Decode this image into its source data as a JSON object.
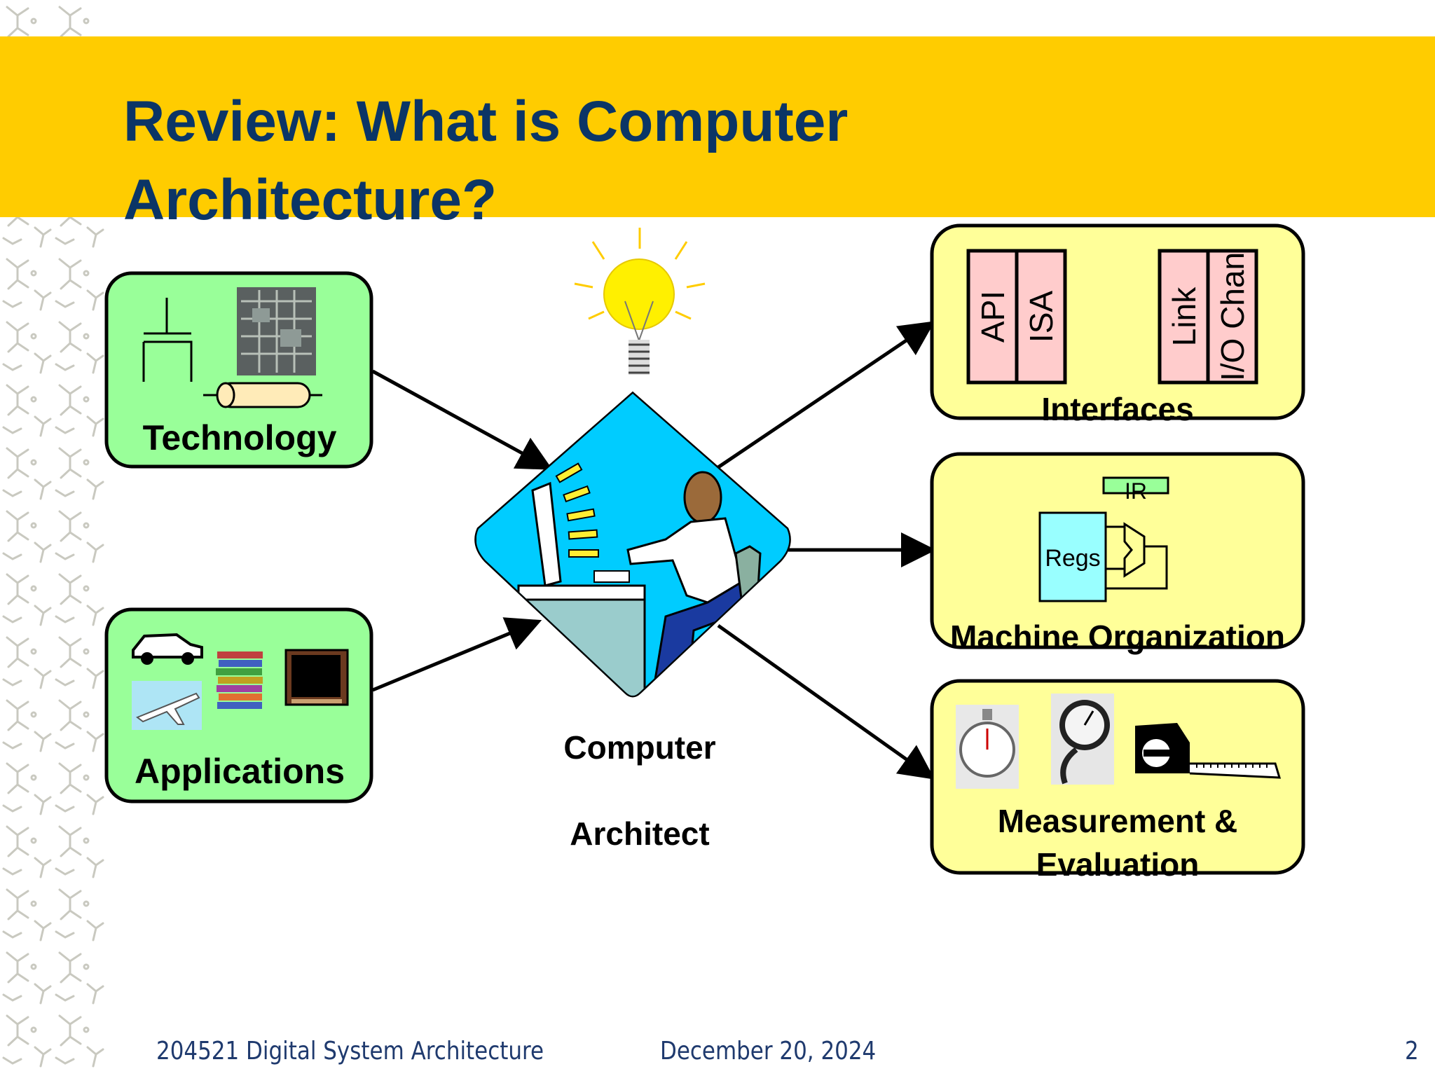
{
  "slide": {
    "title_line1": "Review: What is Computer",
    "title_line2": "Architecture?"
  },
  "inputs": {
    "technology_label": "Technology",
    "applications_label": "Applications"
  },
  "center": {
    "label_line1": "Computer",
    "label_line2": "Architect"
  },
  "outputs": {
    "interfaces": {
      "label": "Interfaces",
      "stack1": [
        "API",
        "ISA"
      ],
      "stack2": [
        "Link",
        "I/O Chan"
      ]
    },
    "machine_org": {
      "label": "Machine Organization",
      "ir_label": "IR",
      "regs_label": "Regs"
    },
    "measurement": {
      "label_line1": "Measurement &",
      "label_line2": "Evaluation"
    }
  },
  "footer": {
    "course": "204521 Digital System Architecture",
    "date": "December 20, 2024",
    "page": "2"
  },
  "colors": {
    "title_band": "#FFCC00",
    "title_text": "#0B3566",
    "input_box": "#99FF99",
    "output_box": "#FFFF99",
    "interface_stack": "#FFCCCC",
    "regs_box": "#99FFFF",
    "architect_bg": "#00CCFF"
  }
}
